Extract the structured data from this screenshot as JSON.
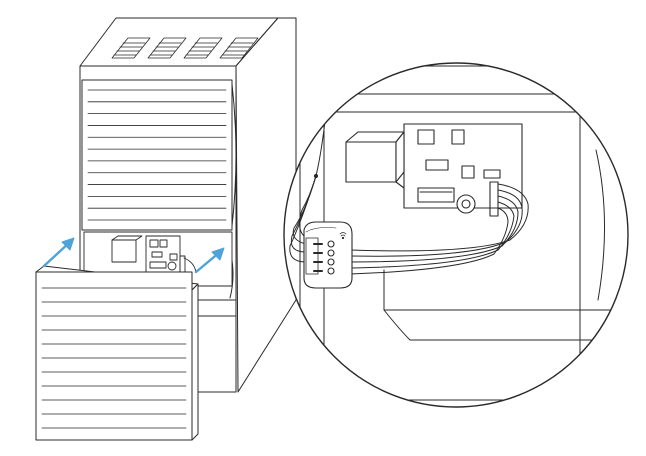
{
  "figure": {
    "kind": "installation-illustration",
    "colors": {
      "background": "#ffffff",
      "line": "#2a2a2a",
      "panel_fill": "#ffffff",
      "board_fill": "#ffffff",
      "arrow": "#4fa3d9"
    },
    "elements": {
      "furnace": "furnace-cabinet",
      "removed_panel": "front-access-panel",
      "arrows": "direction-arrows",
      "zoom": "magnifier-circle",
      "board": "control-board",
      "module": "wireless-module",
      "wire": "wire-harness"
    },
    "module_terminals": 4,
    "panel_louvers_upper": 12,
    "panel_louvers_lower": 11
  }
}
